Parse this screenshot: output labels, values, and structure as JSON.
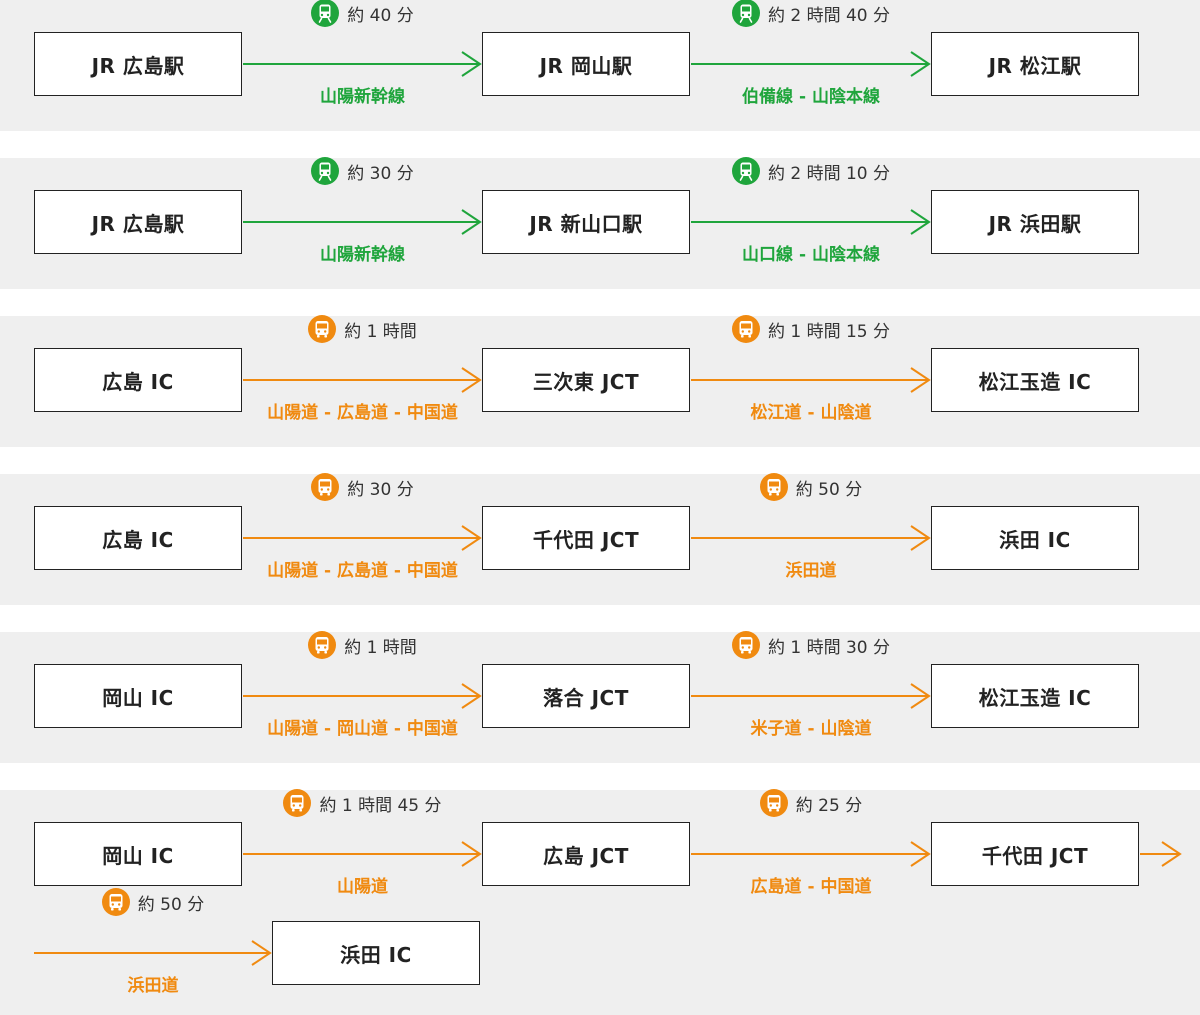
{
  "colors": {
    "train": "#1fa53c",
    "car": "#f08a10",
    "band": "#efefef",
    "border": "#222222"
  },
  "icons": {
    "train": "train-icon",
    "car": "bus-icon"
  },
  "routes": [
    {
      "mode": "train",
      "stations": [
        "JR 広島駅",
        "JR 岡山駅",
        "JR 松江駅"
      ],
      "segments": [
        {
          "time": "約 40 分",
          "line": "山陽新幹線"
        },
        {
          "time": "約 2 時間 40 分",
          "line": "伯備線 - 山陰本線"
        }
      ]
    },
    {
      "mode": "train",
      "stations": [
        "JR 広島駅",
        "JR 新山口駅",
        "JR 浜田駅"
      ],
      "segments": [
        {
          "time": "約 30 分",
          "line": "山陽新幹線"
        },
        {
          "time": "約 2 時間 10 分",
          "line": "山口線 - 山陰本線"
        }
      ]
    },
    {
      "mode": "car",
      "stations": [
        "広島 IC",
        "三次東 JCT",
        "松江玉造 IC"
      ],
      "segments": [
        {
          "time": "約 1 時間",
          "line": "山陽道 - 広島道 - 中国道"
        },
        {
          "time": "約 1 時間 15 分",
          "line": "松江道 - 山陰道"
        }
      ]
    },
    {
      "mode": "car",
      "stations": [
        "広島 IC",
        "千代田 JCT",
        "浜田 IC"
      ],
      "segments": [
        {
          "time": "約 30 分",
          "line": "山陽道 - 広島道 - 中国道"
        },
        {
          "time": "約 50 分",
          "line": "浜田道"
        }
      ]
    },
    {
      "mode": "car",
      "stations": [
        "岡山 IC",
        "落合 JCT",
        "松江玉造 IC"
      ],
      "segments": [
        {
          "time": "約 1 時間",
          "line": "山陽道 - 岡山道 - 中国道"
        },
        {
          "time": "約 1 時間 30 分",
          "line": "米子道 - 山陰道"
        }
      ]
    },
    {
      "mode": "car",
      "stations": [
        "岡山 IC",
        "広島 JCT",
        "千代田 JCT",
        "浜田 IC"
      ],
      "segments": [
        {
          "time": "約 1 時間 45 分",
          "line": "山陽道"
        },
        {
          "time": "約 25 分",
          "line": "広島道 - 中国道"
        },
        {
          "time": "約 50 分",
          "line": "浜田道"
        }
      ]
    }
  ]
}
